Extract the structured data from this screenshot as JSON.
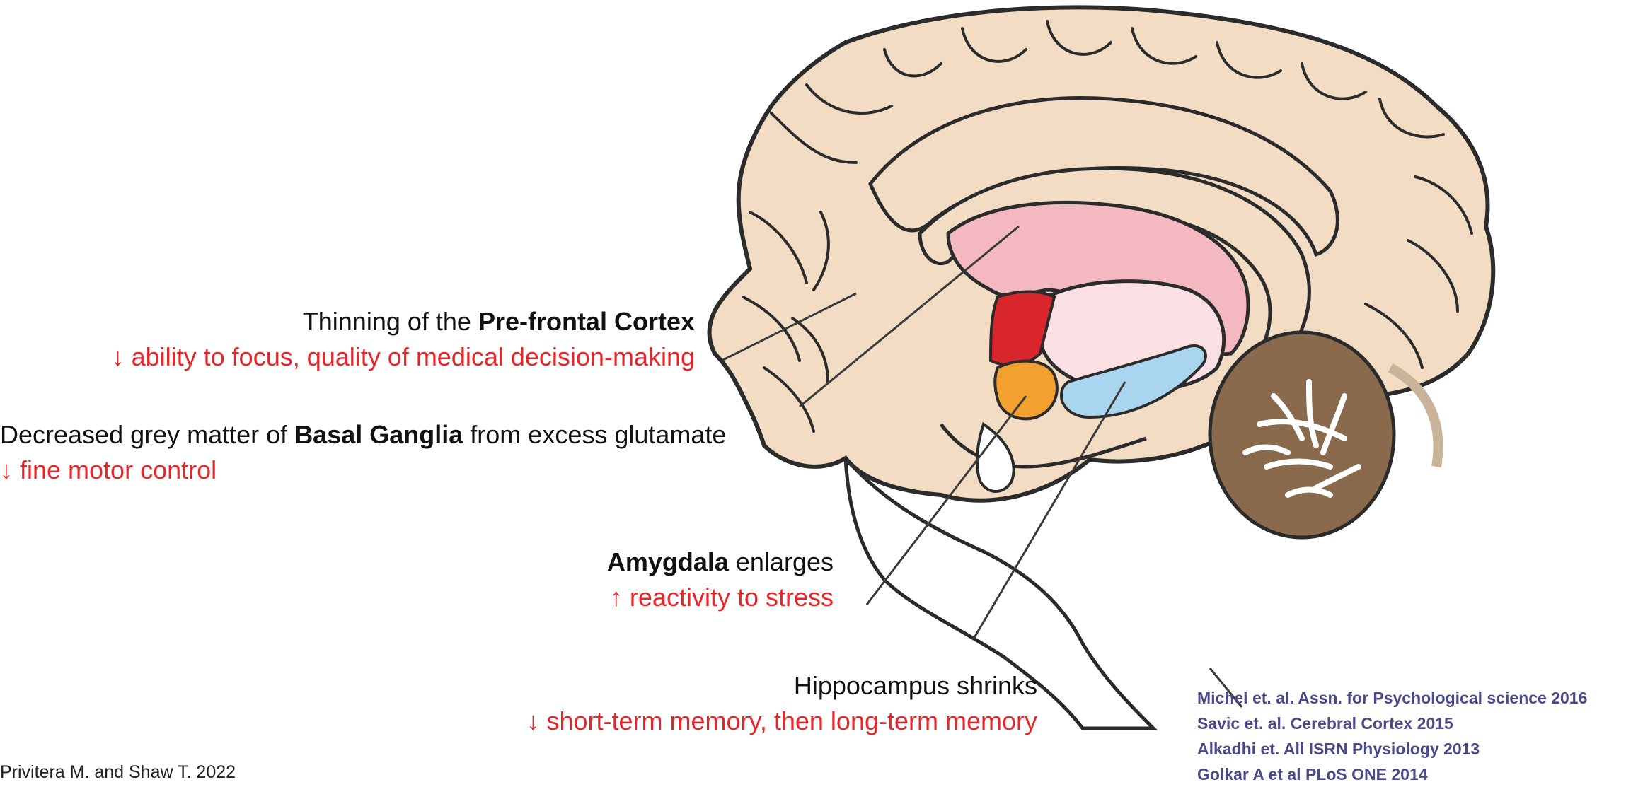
{
  "annotations": {
    "prefrontal": {
      "line1_pre": "Thinning of the ",
      "line1_bold": "Pre-frontal Cortex",
      "line2": "↓ ability to focus, quality of medical decision-making"
    },
    "basal_ganglia": {
      "line1_pre": "Decreased grey matter of ",
      "line1_bold": "Basal Ganglia",
      "line1_post": " from excess glutamate",
      "line2": "↓ fine motor control"
    },
    "amygdala": {
      "line1_bold": "Amygdala",
      "line1_post": " enlarges",
      "line2": "↑ reactivity to stress"
    },
    "hippocampus": {
      "line1": "Hippocampus shrinks",
      "line2": "↓ short-term memory, then long-term memory"
    }
  },
  "references": [
    "Michel et. al. Assn. for Psychological science 2016",
    "Savic et. al. Cerebral Cortex 2015",
    "Alkadhi et. All ISRN Physiology 2013",
    "Golkar A et al PLoS ONE 2014"
  ],
  "citation": "Privitera M. and Shaw T. 2022",
  "colors": {
    "cortex": "#f2dcc3",
    "outline": "#2b2b2b",
    "basal_ganglia": "#f4b9c0",
    "thalamus": "#fbe0e3",
    "red_region": "#d9262c",
    "amygdala": "#f2a12e",
    "hippocampus": "#a9d6ee",
    "cerebellum": "#8a6a4c",
    "highlight_text": "#e8262a",
    "reference_text": "#4a4a88"
  }
}
